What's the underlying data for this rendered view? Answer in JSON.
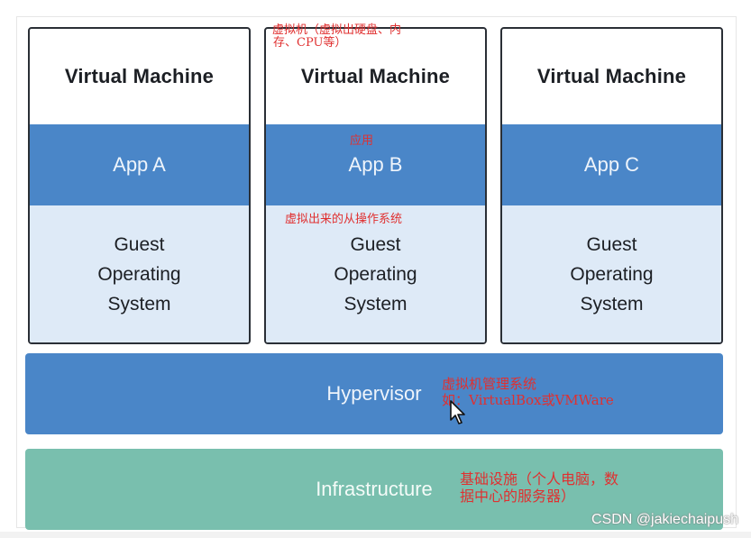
{
  "vms": [
    {
      "title": "Virtual Machine",
      "app": "App A",
      "guest": [
        "Guest",
        "Operating",
        "System"
      ]
    },
    {
      "title": "Virtual Machine",
      "app": "App B",
      "guest": [
        "Guest",
        "Operating",
        "System"
      ]
    },
    {
      "title": "Virtual Machine",
      "app": "App C",
      "guest": [
        "Guest",
        "Operating",
        "System"
      ]
    }
  ],
  "hypervisor": "Hypervisor",
  "infrastructure": "Infrastructure",
  "annotations": {
    "vm_note_line1": "虚拟机（虚拟出硬盘、内",
    "vm_note_line2": "存、CPU等）",
    "app_note": "应用",
    "guest_note": "虚拟出来的从操作系统",
    "hyper_note_line1": "虚拟机管理系统",
    "hyper_note_line2": "如：VirtualBox或VMWare",
    "infra_note_line1": "基础设施（个人电脑，数",
    "infra_note_line2": "据中心的服务器）"
  },
  "watermark": "CSDN @jakiechaipush",
  "colors": {
    "app_blue": "#4a86c8",
    "guest_light": "#deeaf7",
    "infra_teal": "#79bfae",
    "annotation_red": "#e03030"
  }
}
